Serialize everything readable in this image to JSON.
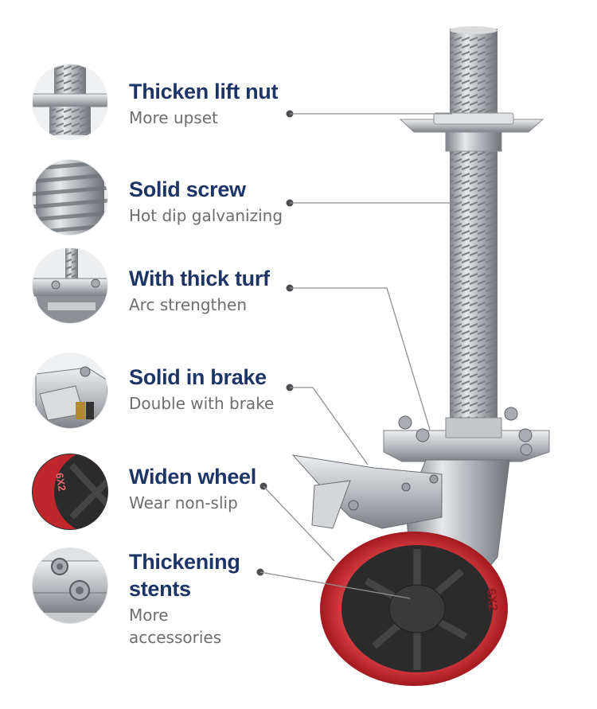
{
  "features": [
    {
      "title": "Thicken lift nut",
      "subtitle": "More upset",
      "icon": "lift-nut"
    },
    {
      "title": "Solid screw",
      "subtitle": "Hot dip galvanizing",
      "icon": "screw"
    },
    {
      "title": "With thick turf",
      "subtitle": "Arc strengthen",
      "icon": "turf-plate"
    },
    {
      "title": "Solid in brake",
      "subtitle": "Double with brake",
      "icon": "brake"
    },
    {
      "title": "Widen wheel",
      "subtitle": "Wear non-slip",
      "icon": "wheel"
    },
    {
      "title": "Thickening stents",
      "subtitle": "More accessories",
      "icon": "stent-bolts"
    }
  ],
  "colors": {
    "title": "#1c3566",
    "subtitle": "#6d6d6d",
    "wheel_tread": "#c0272d",
    "wheel_core": "#2a2a2a",
    "steel": "#b9bcc0"
  },
  "wheel_marking": "6X2"
}
